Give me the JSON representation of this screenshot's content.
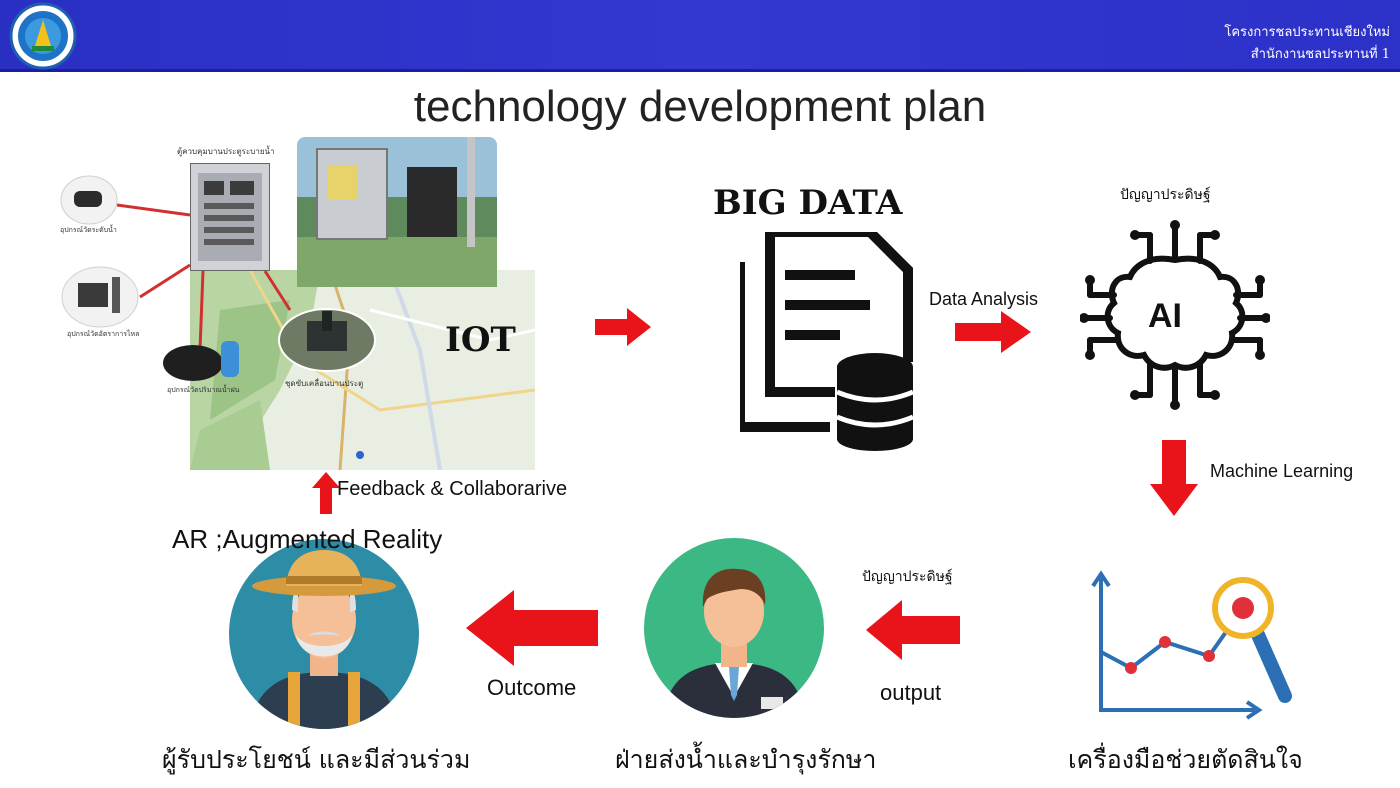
{
  "header": {
    "org_line1": "โครงการชลประทานเชียงใหม่",
    "org_line2": "สำนักงานชลประทานที่ 1",
    "logo_icon": "rid-emblem-icon"
  },
  "title": "technology development plan",
  "iot": {
    "label": "IOT",
    "cabinet_caption": "ตู้ควบคุมบานประตูระบายน้ำ",
    "gate_caption": "ชุดขับเคลื่อนบานประตู",
    "sensor_captions": [
      "อุปกรณ์วัดระดับน้ำ",
      "อุปกรณ์วัดอัตราการไหล",
      "อุปกรณ์วัดปริมาณน้ำฝน"
    ]
  },
  "big_data": {
    "label": "BIG DATA"
  },
  "ai": {
    "top_label": "ปัญญาประดิษฐ์",
    "chip_text": "AI"
  },
  "arrows": {
    "data_analysis": "Data Analysis",
    "machine_learning": "Machine Learning",
    "output_top": "ปัญญาประดิษฐ์",
    "output": "output",
    "outcome": "Outcome",
    "feedback": "Feedback & Collaborarive"
  },
  "ar_label": "AR ;Augmented Reality",
  "captions": {
    "farmer": "ผู้รับประโยชน์ และมีส่วนร่วม",
    "officer": "ฝ่ายส่งน้ำและบำรุงรักษา",
    "tool": "เครื่องมือช่วยตัดสินใจ"
  },
  "colors": {
    "header": "#2f35cc",
    "arrow": "#e8141a",
    "farmer_circle": "#2e8da6",
    "officer_circle": "#3cb884",
    "chart_axis": "#2c6fb4",
    "chart_point": "#e0303a"
  }
}
